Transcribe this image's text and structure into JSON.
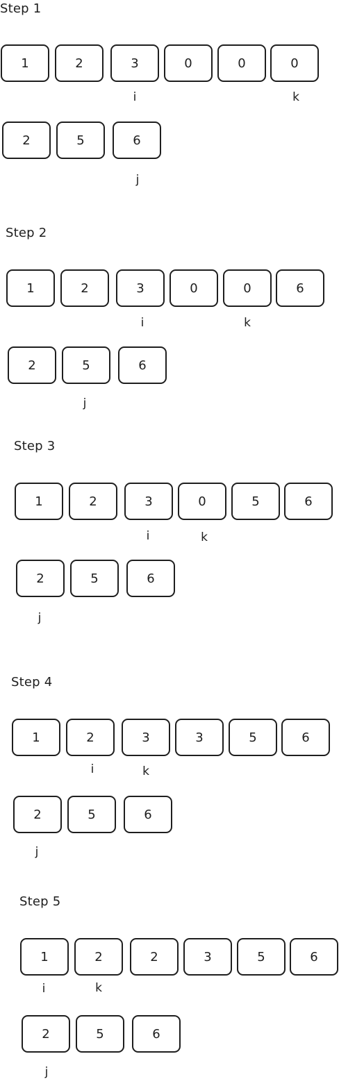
{
  "steps": [
    {
      "title": "Step 1",
      "row1": [
        "1",
        "2",
        "3",
        "0",
        "0",
        "0"
      ],
      "row2": [
        "2",
        "5",
        "6"
      ],
      "i": "i",
      "k": "k",
      "j": "j"
    },
    {
      "title": "Step 2",
      "row1": [
        "1",
        "2",
        "3",
        "0",
        "0",
        "6"
      ],
      "row2": [
        "2",
        "5",
        "6"
      ],
      "i": "i",
      "k": "k",
      "j": "j"
    },
    {
      "title": "Step 3",
      "row1": [
        "1",
        "2",
        "3",
        "0",
        "5",
        "6"
      ],
      "row2": [
        "2",
        "5",
        "6"
      ],
      "i": "i",
      "k": "k",
      "j": "j"
    },
    {
      "title": "Step 4",
      "row1": [
        "1",
        "2",
        "3",
        "3",
        "5",
        "6"
      ],
      "row2": [
        "2",
        "5",
        "6"
      ],
      "i": "i",
      "k": "k",
      "j": "j"
    },
    {
      "title": "Step 5",
      "row1": [
        "1",
        "2",
        "2",
        "3",
        "5",
        "6"
      ],
      "row2": [
        "2",
        "5",
        "6"
      ],
      "i": "i",
      "k": "k",
      "j": "j"
    }
  ]
}
